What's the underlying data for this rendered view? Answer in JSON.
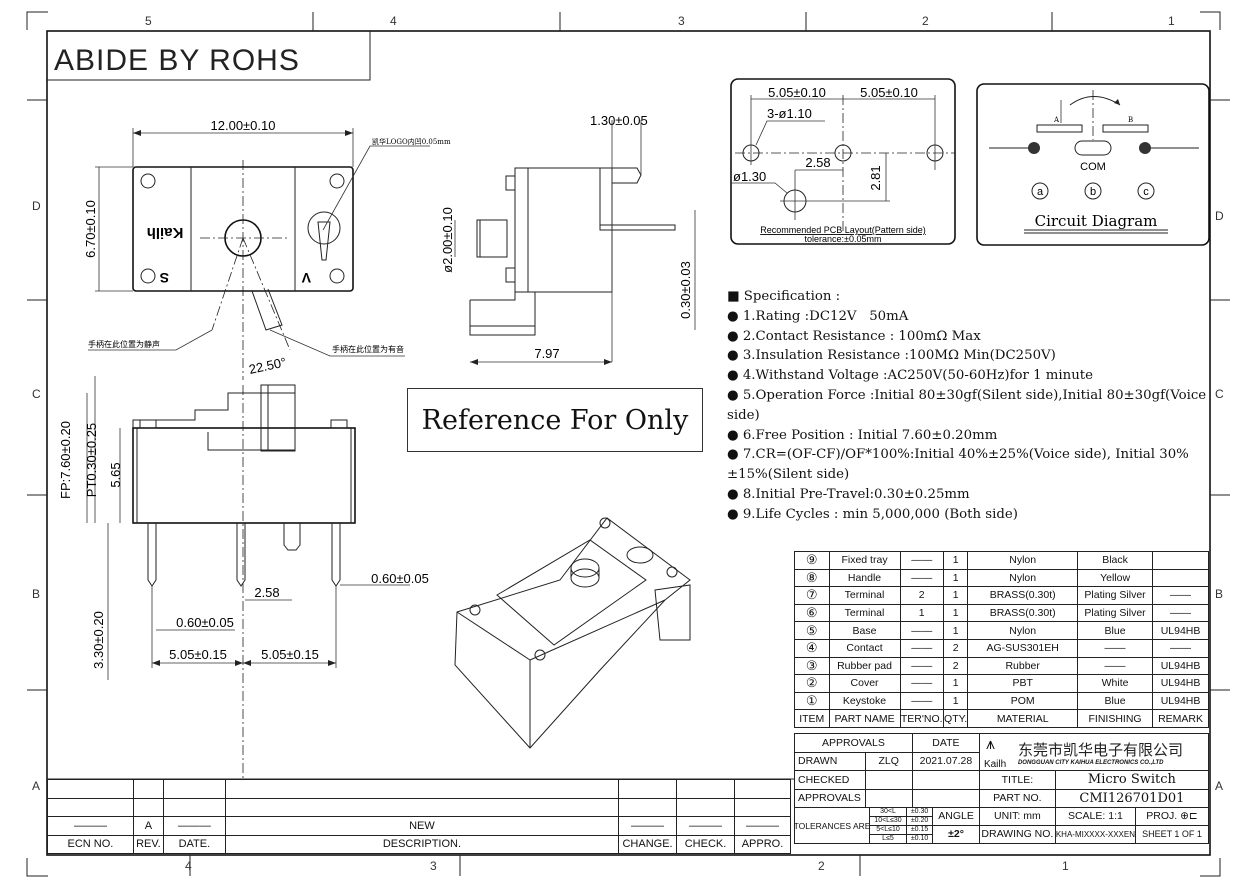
{
  "frame": {
    "col_labels_top": [
      "5",
      "4",
      "3",
      "2",
      "1"
    ],
    "col_labels_bottom": [
      "4",
      "3",
      "2",
      "1"
    ],
    "row_labels_left": [
      "D",
      "C",
      "B",
      "A"
    ],
    "row_labels_right": [
      "D",
      "C",
      "B",
      "A"
    ]
  },
  "header": {
    "rohs": "ABIDE BY ROHS"
  },
  "top_view": {
    "width_dim": "12.00±0.10",
    "height_dim": "6.70±0.10",
    "logo_note": "凯华LOGO内凹0.05mm",
    "brand_mark": "Kailh",
    "silent_letter": "S",
    "voice_letter": "V",
    "silent_note": "手柄在此位置为静声",
    "voice_note": "手柄在此位置为有音",
    "angle_dim": "22.50°"
  },
  "side_view": {
    "top_dim": "1.30±0.05",
    "diameter_dim": "ø2.00±0.10",
    "thickness_dim": "0.30±0.03",
    "depth_dim": "7.97"
  },
  "front_view": {
    "fp_dim": "FP:7.60±0.20",
    "pt_dim": "PT0.30±0.25",
    "body_dim": "5.65",
    "pin_len_dim": "3.30±0.20",
    "pin_width_left": "0.60±0.05",
    "pin_width_right": "0.60±0.05",
    "offset_dim": "2.58",
    "pitch_left": "5.05±0.15",
    "pitch_right": "5.05±0.15"
  },
  "pcb_layout": {
    "pitch_left": "5.05±0.10",
    "pitch_right": "5.05±0.10",
    "hole_note": "3-ø1.10",
    "peg_dia": "ø1.30",
    "offset_x": "2.58",
    "offset_y": "2.81",
    "caption": "Recommended PCB Layout(Pattern side)",
    "tolerance": "tolerance:±0.05mm"
  },
  "circuit": {
    "contact_a": "A",
    "contact_b": "B",
    "com": "COM",
    "terminals": [
      "a",
      "b",
      "c"
    ],
    "caption": "Circuit Diagram"
  },
  "reference_stamp": "Reference For Only",
  "specification": {
    "title": "Specification :",
    "items": [
      "1.Rating :DC12V   50mA",
      "2.Contact Resistance : 100mΩ Max",
      "3.Insulation Resistance :100MΩ Min(DC250V)",
      "4.Withstand Voltage :AC250V(50-60Hz)for 1 minute",
      "5.Operation Force :Initial 80±30gf(Silent side),Initial 80±30gf(Voice side)",
      "6.Free Position : Initial 7.60±0.20mm",
      "7.CR=(OF-CF)/OF*100%:Initial 40%±25%(Voice side), Initial 30%±15%(Silent side)",
      "8.Initial Pre-Travel:0.30±0.25mm",
      "9.Life Cycles : min 5,000,000 (Both side)"
    ]
  },
  "bom": {
    "headers": [
      "ITEM",
      "PART NAME",
      "TER'NO.",
      "QTY.",
      "MATERIAL",
      "FINISHING",
      "REMARK"
    ],
    "rows": [
      {
        "item": "⑨",
        "name": "Fixed tray",
        "ter": "——",
        "qty": "1",
        "material": "Nylon",
        "finishing": "Black",
        "remark": ""
      },
      {
        "item": "⑧",
        "name": "Handle",
        "ter": "——",
        "qty": "1",
        "material": "Nylon",
        "finishing": "Yellow",
        "remark": ""
      },
      {
        "item": "⑦",
        "name": "Terminal",
        "ter": "2",
        "qty": "1",
        "material": "BRASS(0.30t)",
        "finishing": "Plating Silver",
        "remark": "——"
      },
      {
        "item": "⑥",
        "name": "Terminal",
        "ter": "1",
        "qty": "1",
        "material": "BRASS(0.30t)",
        "finishing": "Plating Silver",
        "remark": "——"
      },
      {
        "item": "⑤",
        "name": "Base",
        "ter": "——",
        "qty": "1",
        "material": "Nylon",
        "finishing": "Blue",
        "remark": "UL94HB"
      },
      {
        "item": "④",
        "name": "Contact",
        "ter": "——",
        "qty": "2",
        "material": "AG-SUS301EH",
        "finishing": "——",
        "remark": "——"
      },
      {
        "item": "③",
        "name": "Rubber pad",
        "ter": "——",
        "qty": "2",
        "material": "Rubber",
        "finishing": "——",
        "remark": "UL94HB"
      },
      {
        "item": "②",
        "name": "Cover",
        "ter": "——",
        "qty": "1",
        "material": "PBT",
        "finishing": "White",
        "remark": "UL94HB"
      },
      {
        "item": "①",
        "name": "Keystoke",
        "ter": "——",
        "qty": "1",
        "material": "POM",
        "finishing": "Blue",
        "remark": "UL94HB"
      }
    ]
  },
  "title_block": {
    "approvals_header": "APPROVALS",
    "date_header": "DATE",
    "drawn_label": "DRAWN",
    "drawn_by": "ZLQ",
    "drawn_date": "2021.07.28",
    "checked_label": "CHECKED",
    "approvals_label": "APPROVALS",
    "company_cn": "东莞市凯华电子有限公司",
    "company_en": "DONGGUAN CITY KAIHUA ELECTRONICS CO.,LTD",
    "logo_text": "Kailh",
    "title_label": "TITLE:",
    "title_value": "Micro Switch",
    "part_no_label": "PART NO.",
    "part_no_value": "CMI126701D01",
    "tolerances_label": "TOLERANCES ARE",
    "tolerance_ranges": [
      "30<L",
      "10<L≤30",
      "5<L≤10",
      "L≤5"
    ],
    "tolerance_values": [
      "±0.30",
      "±0.20",
      "±0.15",
      "±0.10"
    ],
    "angle_label": "ANGLE",
    "angle_value": "±2°",
    "unit": "UNIT: mm",
    "scale": "SCALE: 1:1",
    "proj": "PROJ.",
    "drawing_no_label": "DRAWING NO.",
    "drawing_no_value": "KHA-MIXXXX-XXXEN",
    "sheet": "SHEET  1 OF 1"
  },
  "revision_block": {
    "headers": [
      "ECN NO.",
      "REV.",
      "DATE.",
      "DESCRIPTION.",
      "CHANGE.",
      "CHECK.",
      "APPRO."
    ],
    "row": {
      "ecn": "———",
      "rev": "A",
      "date": "———",
      "desc": "NEW",
      "change": "———",
      "check": "———",
      "appro": "———"
    }
  }
}
